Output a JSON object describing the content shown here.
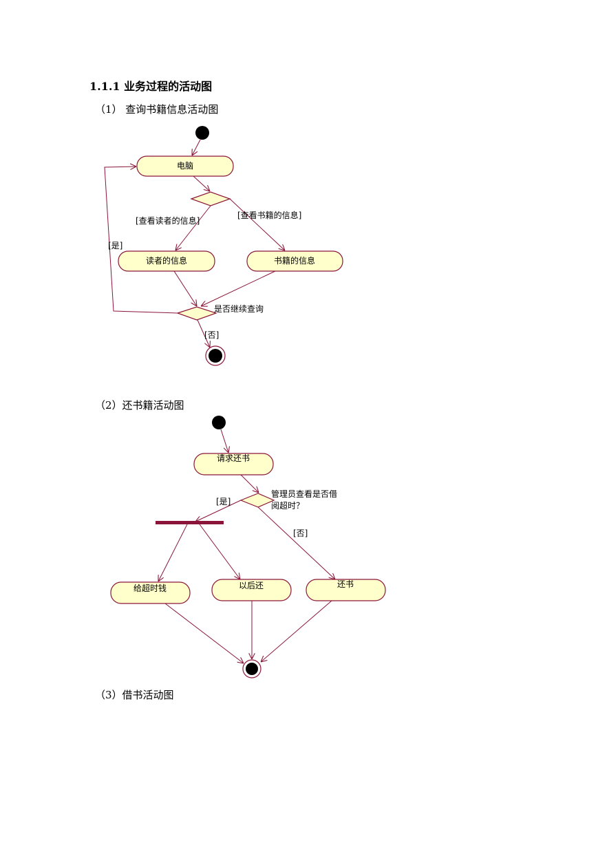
{
  "section": {
    "heading": "1.1.1 业务过程的活动图",
    "captions": [
      "（1）  查询书籍信息活动图",
      "（2）还书籍活动图",
      "（3）借书活动图"
    ]
  },
  "diagram1": {
    "activities": [
      "电脑",
      "读者的信息",
      "书籍的信息"
    ],
    "guards": [
      "[查看读者的信息]",
      "[查看书籍的信息]",
      "[是]",
      "[否]"
    ],
    "decision_label": "是否继续查询"
  },
  "diagram2": {
    "activities": [
      "请求还书",
      "给超时钱",
      "以后还",
      "还书"
    ],
    "guards": [
      "[是]",
      "[否]"
    ],
    "decision_label_lines": [
      "管理员查看是否借",
      "阅超时？"
    ]
  },
  "colors": {
    "activity_fill": "#ffffcc",
    "line": "#8a1538",
    "fork_bar": "#8a1538"
  }
}
